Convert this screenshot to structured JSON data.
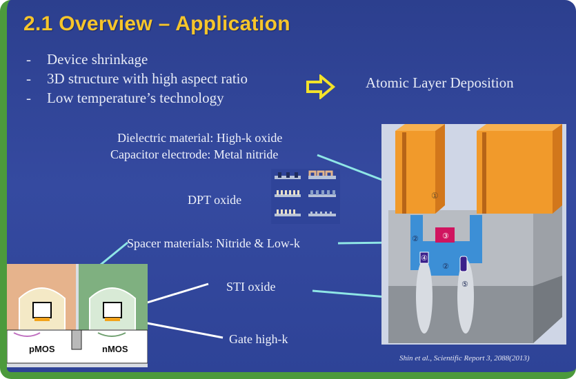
{
  "slide": {
    "title": "2.1 Overview – Application",
    "bullets": [
      {
        "dash": "-",
        "text": "Device shrinkage"
      },
      {
        "dash": "-",
        "text": "3D structure with high aspect ratio"
      },
      {
        "dash": "-",
        "text": "Low temperature’s technology"
      }
    ],
    "arrow_icon": "right-arrow-outline",
    "result_text": "Atomic Layer Deposition",
    "labels": {
      "dielectric": "Dielectric material: High-k oxide",
      "capacitor": "Capacitor electrode: Metal nitride",
      "dpt": "DPT oxide",
      "spacer": "Spacer materials: Nitride & Low-k",
      "sti": "STI oxide",
      "gate": "Gate high-k"
    },
    "transistor": {
      "left_label": "pMOS",
      "right_label": "nMOS"
    },
    "structure_markers": [
      "①",
      "②",
      "③",
      "④",
      "②",
      "⑤"
    ],
    "citation": "Shin et al., Scientific Report 3, 2088(2013)",
    "colors": {
      "background": "#354aa0",
      "title": "#f6c52b",
      "frame": "#4c9a3c",
      "arrow": "#f3e22a",
      "leader_lines": "#8fe6e6",
      "capacitor_orange": "#f19a2b"
    }
  }
}
